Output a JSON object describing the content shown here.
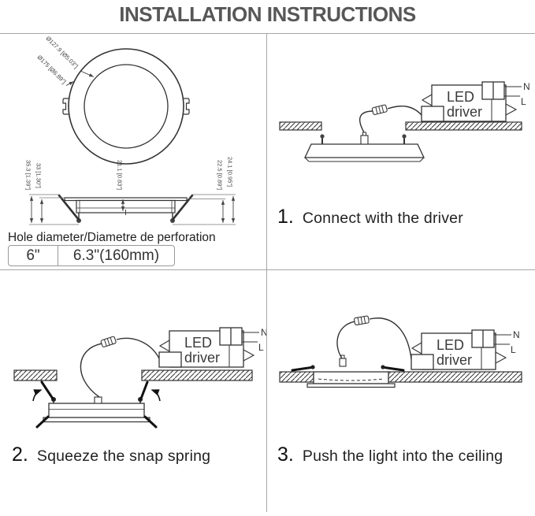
{
  "title": "INSTALLATION INSTRUCTIONS",
  "colors": {
    "drawing_line": "#333333",
    "divider": "#a6a6a6",
    "title_text": "#575757",
    "body_text": "#222222"
  },
  "spec": {
    "front": {
      "inner_dia": "Ø127.9 [Ø5.03\"]",
      "outer_dia": "Ø175 [Ø6.89\"]"
    },
    "side": {
      "height_outer": "35.3 [1.39\"]",
      "height_inner": "33 [1.30\"]",
      "body_height": "21.1 [0.83\"]",
      "depth_inner": "22.5 [0.89\"]",
      "depth_outer": "24.1 [0.95\"]"
    },
    "hole": {
      "label": "Hole diameter/Diametre de perforation",
      "cells": [
        "6\"",
        "6.3\"(160mm)"
      ]
    }
  },
  "driver": {
    "name_line1": "LED",
    "name_line2": "driver",
    "terminal_n": "N",
    "terminal_l": "L"
  },
  "steps": [
    {
      "num": "1.",
      "label": "Connect with the driver"
    },
    {
      "num": "2.",
      "label": "Squeeze the snap spring"
    },
    {
      "num": "3.",
      "label": "Push the light into the ceiling"
    }
  ]
}
